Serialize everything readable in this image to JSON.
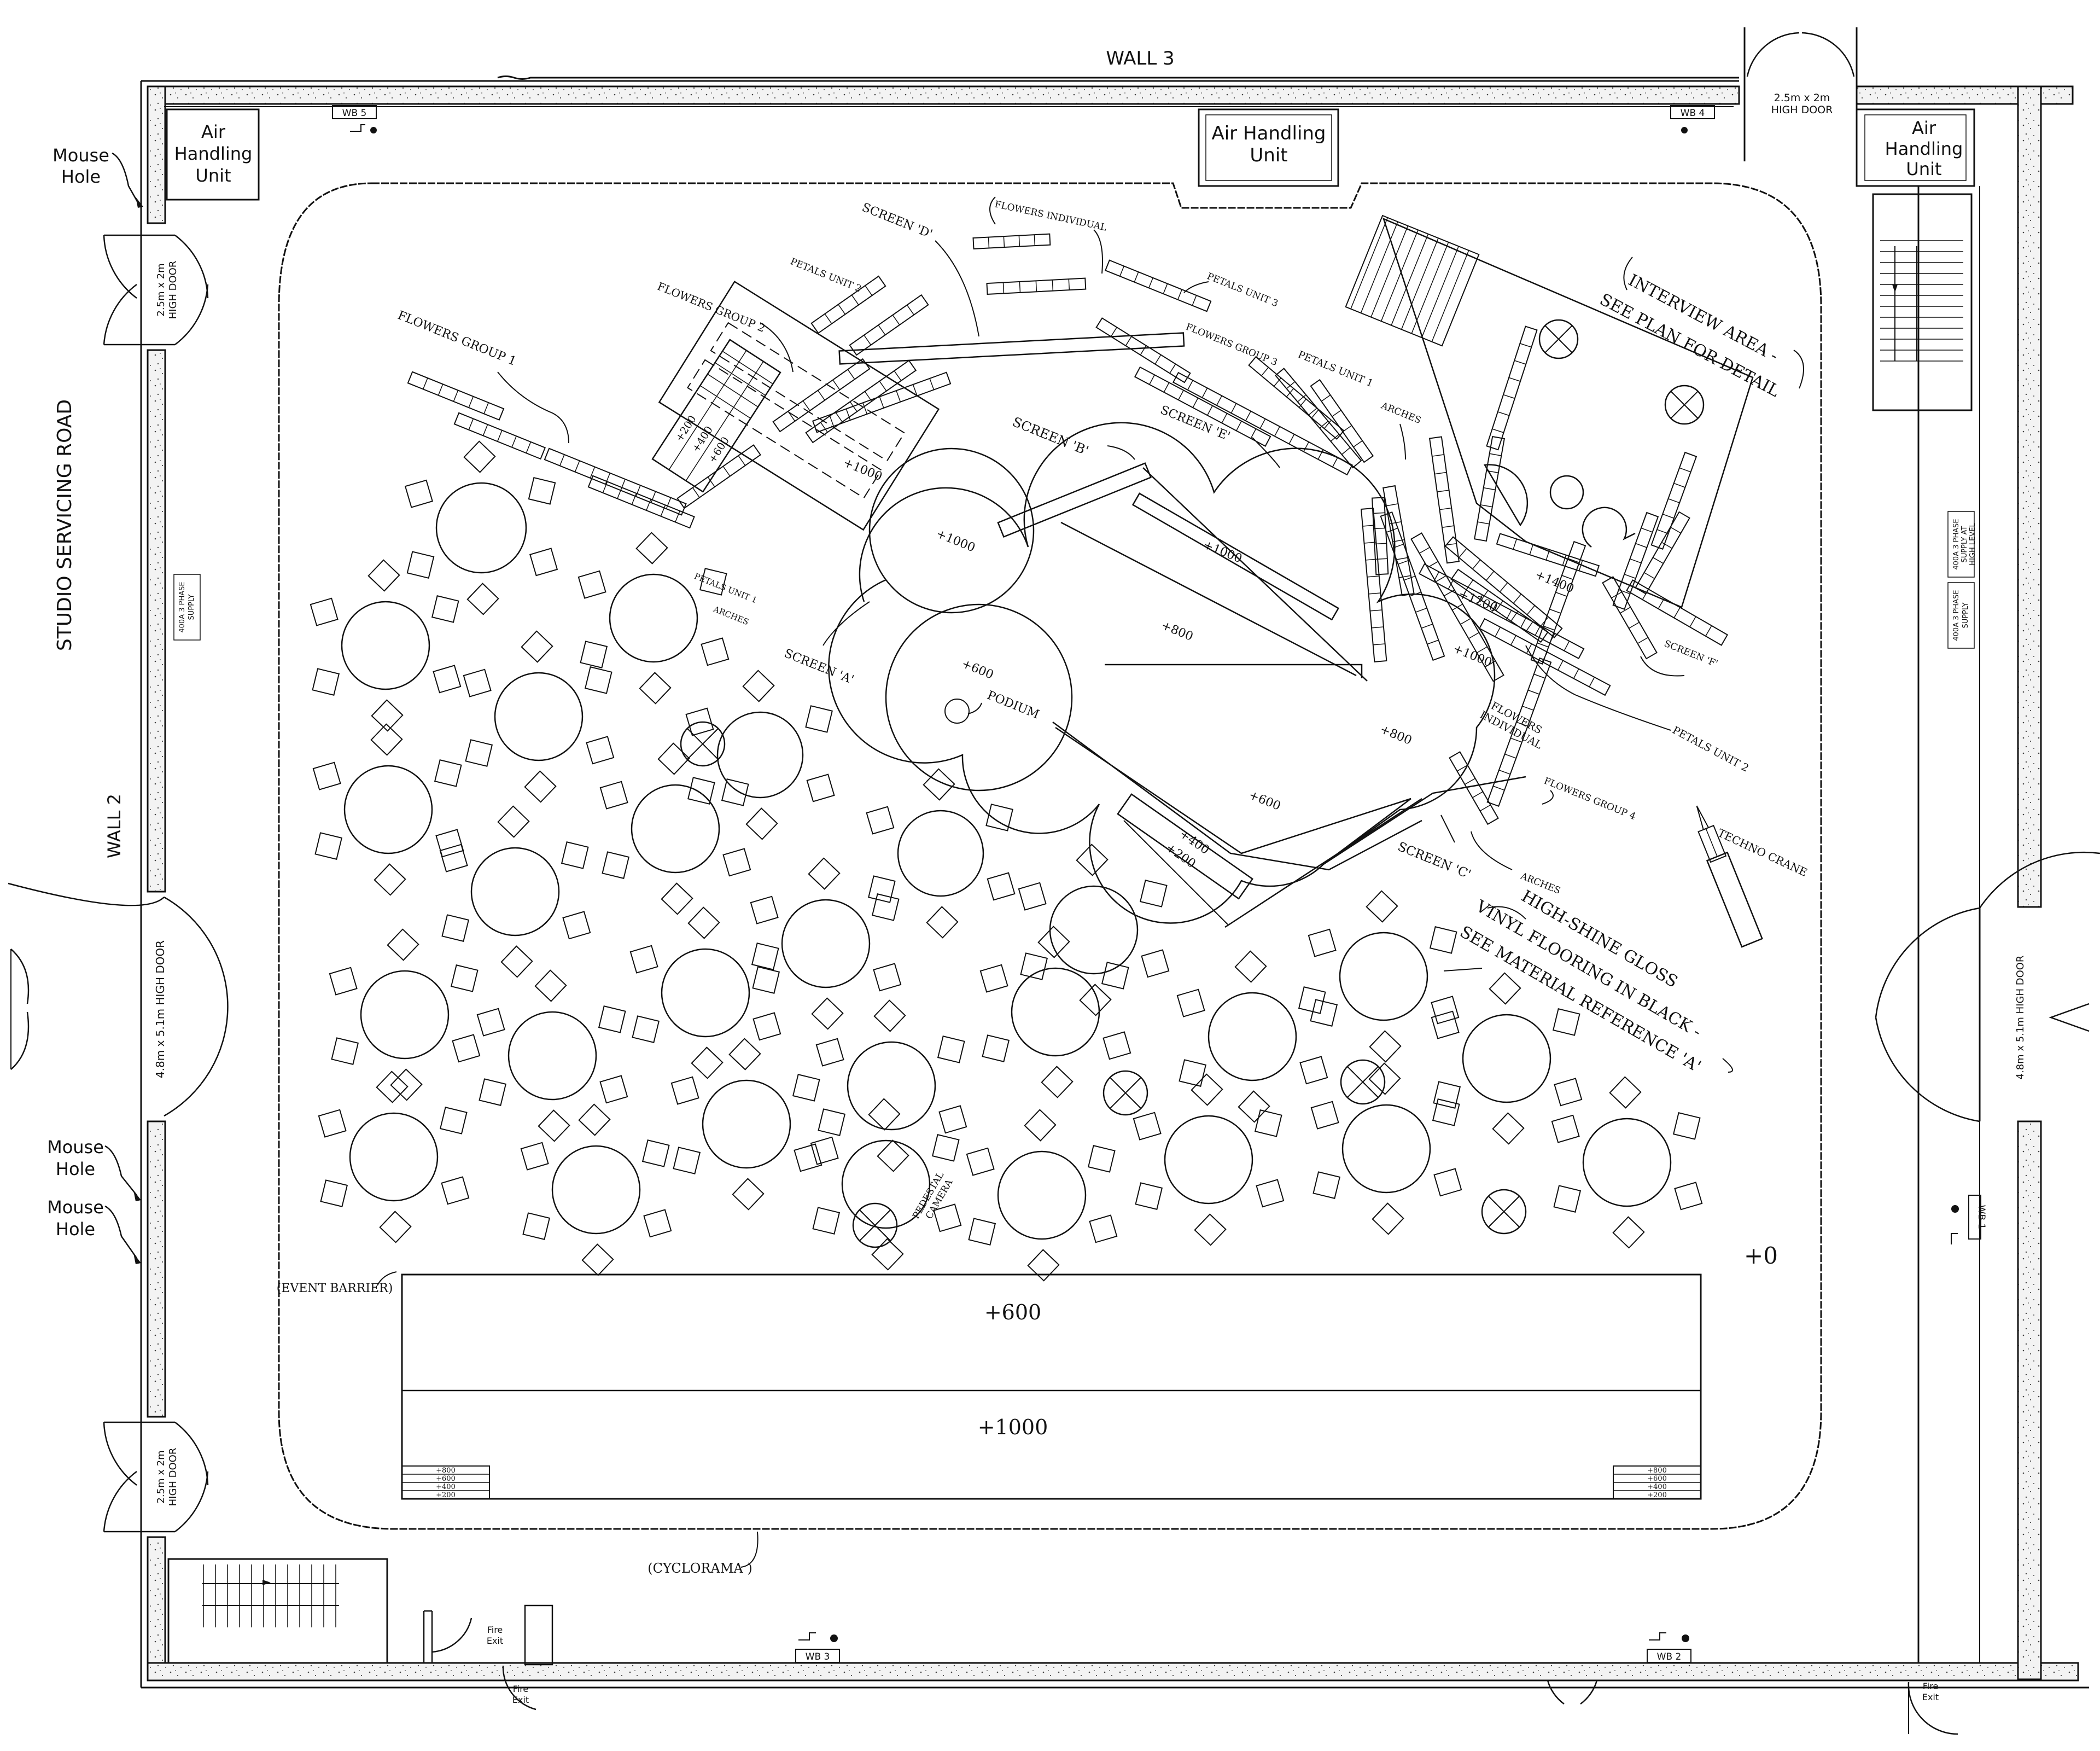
{
  "walls": {
    "wall3": "WALL 3",
    "wall2": "WALL 2",
    "road": "STUDIO SERVICING ROAD"
  },
  "air_units": [
    {
      "l1": "Air",
      "l2": "Handling",
      "l3": "Unit"
    },
    {
      "l1": "Air Handling",
      "l2": "Unit"
    },
    {
      "l1": "Air",
      "l2": "Handling",
      "l3": "Unit"
    }
  ],
  "doors": {
    "small": {
      "l1": "2.5m x 2m",
      "l2": "HIGH DOOR"
    },
    "large": "4.8m x 5.1m HIGH DOOR"
  },
  "mouse_hole": {
    "l1": "Mouse",
    "l2": "Hole"
  },
  "washbasins": [
    "WB 1",
    "WB 2",
    "WB 3",
    "WB 4",
    "WB 5"
  ],
  "supply": {
    "l1": "400A 3 PHASE",
    "l2": "SUPPLY",
    "l3": "SUPPLY AT",
    "l4": "HIGH LEVEL"
  },
  "fire_exit": {
    "l1": "Fire",
    "l2": "Exit"
  },
  "stage": {
    "upper": "+600",
    "lower": "+1000",
    "floor": "+0",
    "steps": [
      "+800",
      "+600",
      "+400",
      "+200"
    ]
  },
  "barrier": "(EVENT BARRIER)",
  "cyclorama": "(CYCLORAMA )",
  "labels": {
    "flowers_group_1": "FLOWERS GROUP 1",
    "flowers_group_2": "FLOWERS GROUP 2",
    "flowers_group_3": "FLOWERS GROUP 3",
    "flowers_group_4": "FLOWERS GROUP 4",
    "flowers_individual_top": "FLOWERS INDIVIDUAL",
    "flowers_individual": "FLOWERS INDIVIDUAL",
    "petals_unit_1a": "PETALS UNIT 1",
    "petals_unit_1b": "PETALS UNIT 1",
    "petals_unit_2a": "PETALS UNIT 2",
    "petals_unit_2b": "PETALS UNIT 2",
    "petals_unit_3": "PETALS UNIT 3",
    "screen_a": "SCREEN 'A'",
    "screen_b": "SCREEN 'B'",
    "screen_c": "SCREEN 'C'",
    "screen_d": "SCREEN 'D'",
    "screen_e": "SCREEN 'E'",
    "screen_f": "SCREEN 'F'",
    "arches_1": "ARCHES",
    "arches_2": "ARCHES",
    "arches_3": "ARCHES",
    "podium": "PODIUM",
    "techno_crane": "TECHNO CRANE",
    "pedestal_camera": "PEDESTAL CAMERA",
    "interview_1": "INTERVIEW AREA -",
    "interview_2": "SEE PLAN FOR DETAIL",
    "flooring_1": "HIGH-SHINE GLOSS",
    "flooring_2": "VINYL FLOORING IN BLACK -",
    "flooring_3": "SEE MATERIAL REFERENCE 'A'"
  },
  "levels": {
    "l1000a": "+1000",
    "l1000b": "+1000",
    "l1000c": "+1000",
    "l1000d": "+1000",
    "l800a": "+800",
    "l800b": "+800",
    "l600a": "+600",
    "l600b": "+600",
    "l1200": "+1200",
    "l1400": "+1400",
    "l400": "+400",
    "l200": "+200",
    "stairs": [
      "+200",
      "+400",
      "+600"
    ]
  }
}
